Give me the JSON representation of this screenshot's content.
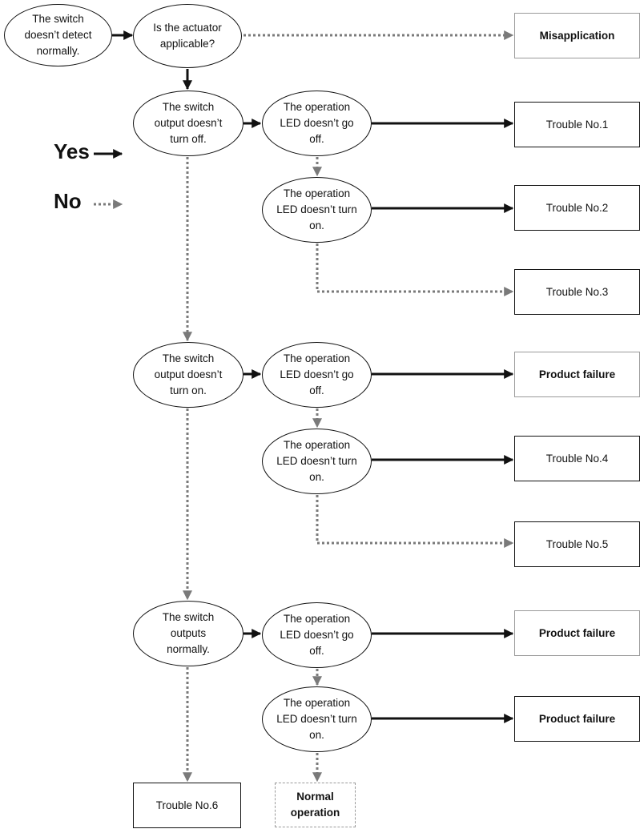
{
  "colors": {
    "yes_line": "#111111",
    "no_line": "#7a7a7a",
    "gray_border": "#9a9a9a"
  },
  "legend": {
    "yes": "Yes",
    "no": "No"
  },
  "nodes": {
    "start": "The switch\ndoesn’t detect\nnormally.",
    "actuator_check": "Is the actuator\napplicable?",
    "misapplication": "Misapplication",
    "output_not_off": "The switch\noutput doesn’t\nturn off.",
    "led_not_off_1": "The operation\nLED doesn’t go\noff.",
    "led_not_on_1": "The operation\nLED doesn’t turn\non.",
    "trouble_1": "Trouble No.1",
    "trouble_2": "Trouble No.2",
    "trouble_3": "Trouble No.3",
    "output_not_on": "The switch\noutput doesn’t\nturn on.",
    "led_not_off_2": "The operation\nLED doesn’t go\noff.",
    "led_not_on_2": "The operation\nLED doesn’t turn\non.",
    "product_failure_1": "Product failure",
    "trouble_4": "Trouble No.4",
    "trouble_5": "Trouble No.5",
    "output_normal": "The switch\noutputs\nnormally.",
    "led_not_off_3": "The operation\nLED doesn’t go\noff.",
    "led_not_on_3": "The operation\nLED doesn’t turn\non.",
    "product_failure_2": "Product failure",
    "product_failure_3": "Product failure",
    "trouble_6": "Trouble No.6",
    "normal_operation": "Normal\noperation"
  }
}
